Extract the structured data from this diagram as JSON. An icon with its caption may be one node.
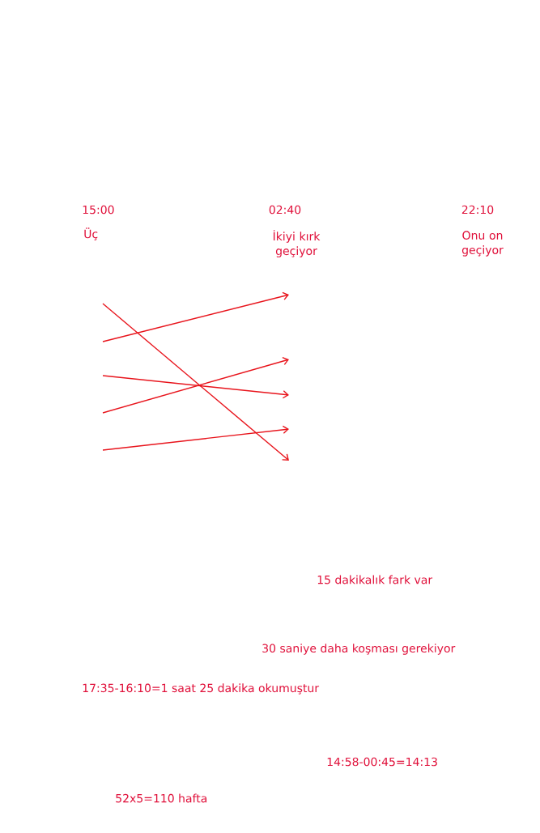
{
  "diagram": {
    "labels": [
      "15:00",
      "02:40",
      "22:10",
      "Üç",
      "İkiyi kırk geçiyor",
      "Onu on geçiyor",
      "15 dakikalık fark var",
      "30 saniye daha koşması gerekiyor",
      "17:35-16:10=1 saat 25 dakika okumuştur",
      "14:58-00:45=14:13",
      "52x5=110 hafta"
    ]
  }
}
